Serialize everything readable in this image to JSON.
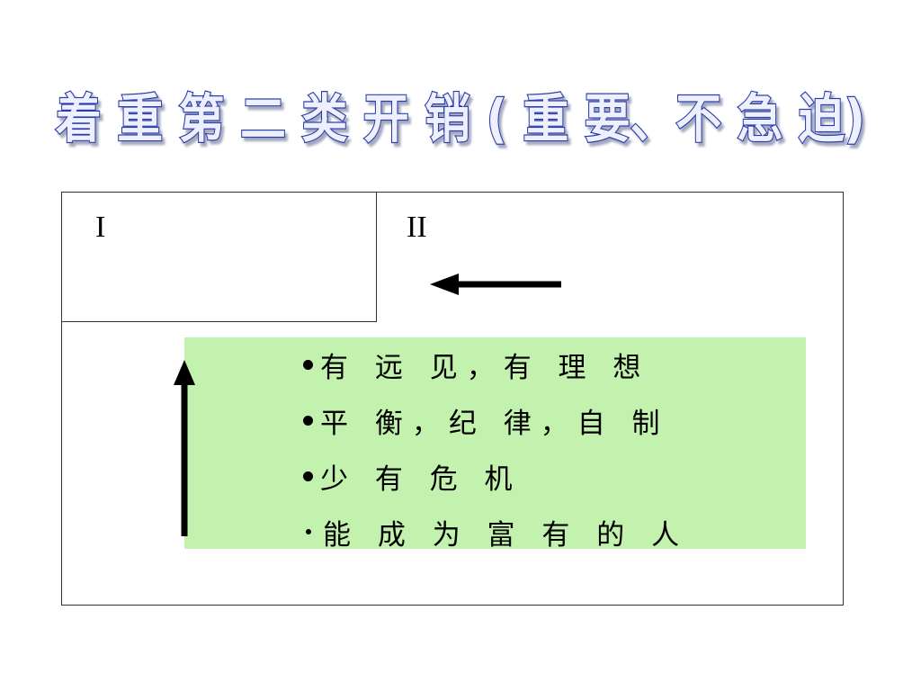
{
  "slide": {
    "title": "着 重 第 二 类 开 销 ( 重 要、不 急 迫)",
    "title_colors": {
      "fill": "#eef0ff",
      "outline": "#2b3ea8",
      "shadow": "#9aa0b8"
    }
  },
  "matrix": {
    "quadrant_1_label": "I",
    "quadrant_2_label": "II",
    "panel_color": "#c3f2ae",
    "arrow_left_icon": "arrow-left-icon",
    "arrow_up_icon": "arrow-up-icon",
    "bullets": [
      {
        "text": "有 远 见，有 理 想"
      },
      {
        "text": "平 衡，纪 律，自 制"
      },
      {
        "text": "少 有 危 机"
      },
      {
        "text": "能  成 为 富 有 的 人"
      }
    ]
  }
}
